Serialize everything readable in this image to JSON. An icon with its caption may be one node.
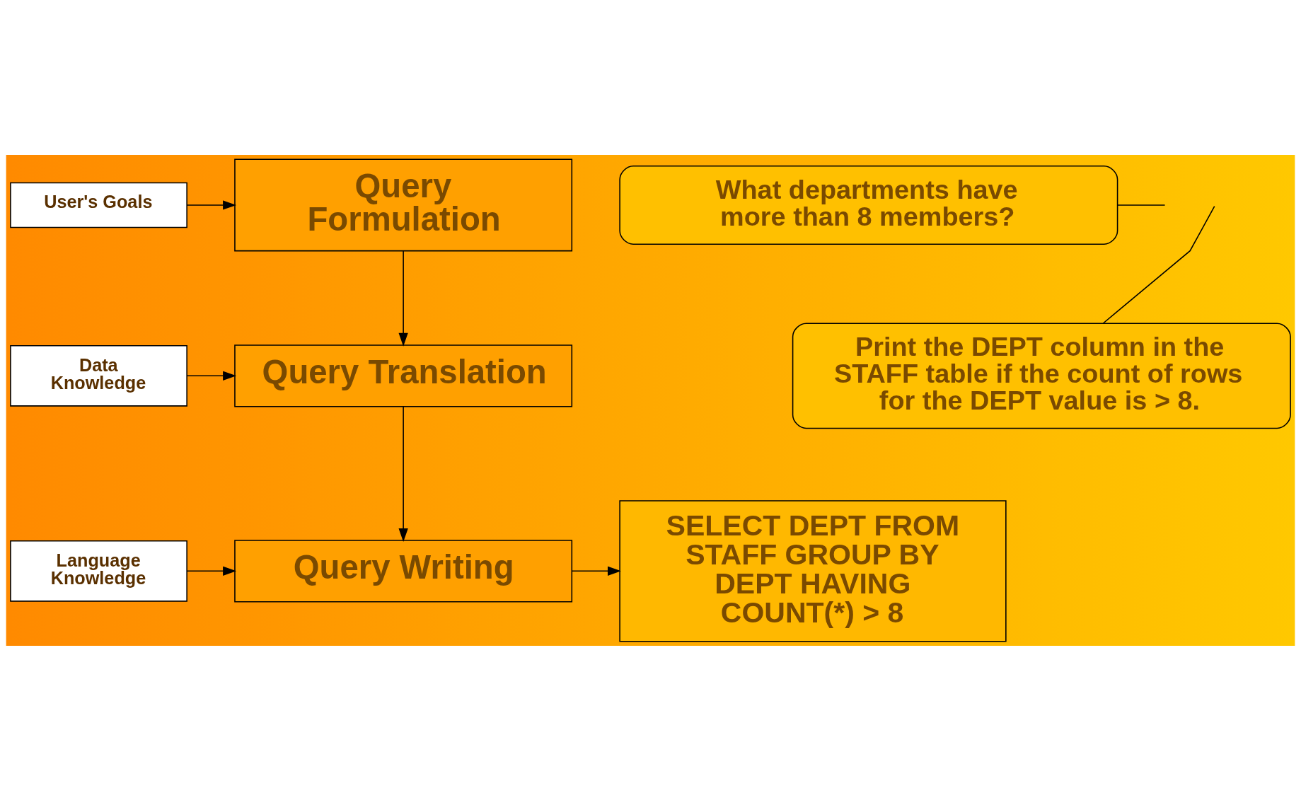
{
  "diagram": {
    "nodes": [
      {
        "text": [
          "User's Goals"
        ]
      },
      {
        "text": [
          "Query Formulation"
        ]
      },
      {
        "text": [
          "Data Knowledge"
        ]
      },
      {
        "text": [
          "Query Translation"
        ]
      },
      {
        "text": [
          "Language Knowledge"
        ]
      },
      {
        "text": [
          "Query Writing"
        ]
      },
      {
        "text": [
          "What departments have more than 8 members?"
        ]
      },
      {
        "text": [
          "Print the DEPT column in the STAFF table if the count of rows for the DEPT value is > 8."
        ]
      },
      {
        "text": [
          "SELECT DEPT FROM STAFF GROUP BY DEPT HAVING COUNT(*) > 8"
        ]
      }
    ],
    "edges": [
      {
        "from": 0,
        "to": 1,
        "arrow": "to"
      },
      {
        "from": 1,
        "to": 3,
        "arrow": "to"
      },
      {
        "from": 2,
        "to": 3,
        "arrow": "to"
      },
      {
        "from": 3,
        "to": 5,
        "arrow": "to"
      },
      {
        "from": 4,
        "to": 5,
        "arrow": "to"
      },
      {
        "from": 5,
        "to": 8,
        "arrow": "to"
      },
      {
        "from": 6,
        "to": null,
        "arrow": "none"
      },
      {
        "from": 7,
        "to": null,
        "arrow": "none"
      }
    ]
  }
}
